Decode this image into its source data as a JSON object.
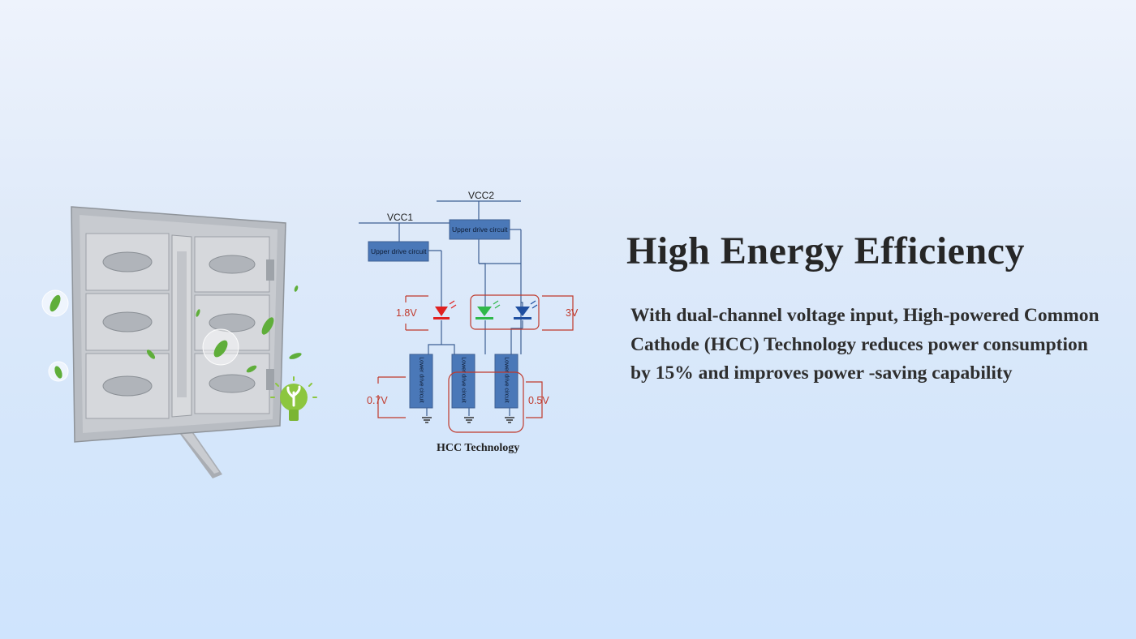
{
  "headline": "High Energy Efficiency",
  "description": "With dual-channel voltage input, High-powered Common Cathode (HCC) Technology reduces power consumption by 15% and improves power -saving capability",
  "diagram": {
    "caption": "HCC Technology",
    "vcc1": "VCC1",
    "vcc2": "VCC2",
    "upper_drive_1": "Upper drive circuit",
    "upper_drive_2": "Upper drive circuit",
    "lower_drive": "Lower drive circuit",
    "v_red": "1.8V",
    "v_greenblue": "3V",
    "v_lower_left": "0.7V",
    "v_lower_right": "0.5V"
  },
  "colors": {
    "box": "#4a78b8",
    "wire": "#3d5f93",
    "annotation": "#c0392b",
    "led_red": "#e02020",
    "led_green": "#2fb84a",
    "led_blue": "#1f4fa0",
    "heading": "#262626"
  },
  "icons": [
    "led-panel-image",
    "leaf-icon",
    "bubble-icon",
    "eco-bulb-icon",
    "led-icon",
    "ground-icon"
  ]
}
